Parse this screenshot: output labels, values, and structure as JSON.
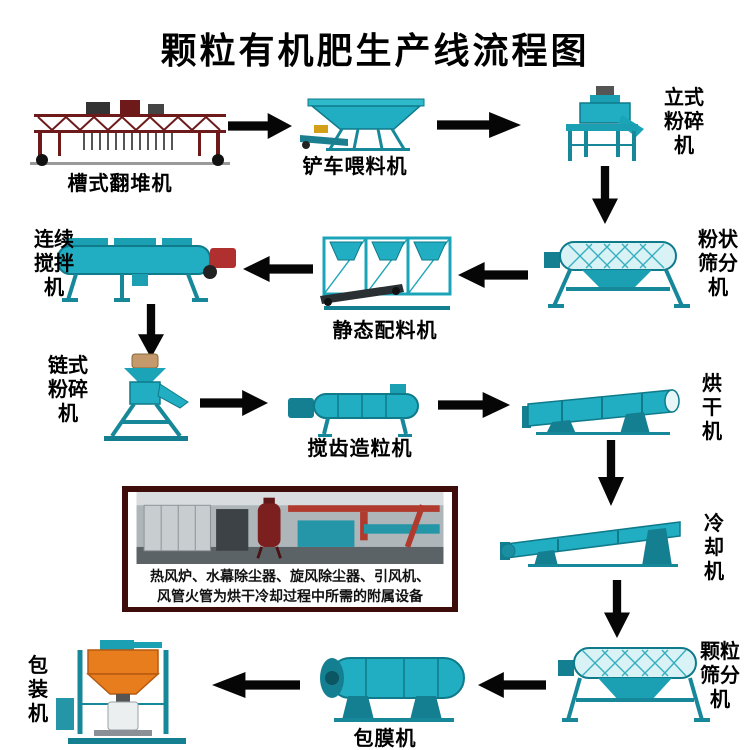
{
  "title": "颗粒有机肥生产线流程图",
  "machines": {
    "trough_turner": {
      "label": "槽式翻堆机"
    },
    "loader_feeder": {
      "label": "铲车喂料机"
    },
    "vertical_crusher": {
      "label": "立式粉碎机"
    },
    "powder_screener": {
      "label": "粉状筛分机"
    },
    "static_batcher": {
      "label": "静态配料机"
    },
    "continuous_mixer": {
      "label": "连续搅拌机"
    },
    "chain_crusher": {
      "label": "链式粉碎机"
    },
    "tooth_granulator": {
      "label": "搅齿造粒机"
    },
    "dryer": {
      "label": "烘干机"
    },
    "cooler": {
      "label": "冷却机"
    },
    "granule_screener": {
      "label": "颗粒筛分机"
    },
    "coating_machine": {
      "label": "包膜机"
    },
    "packing_machine": {
      "label": "包装机"
    }
  },
  "auxiliary_note": {
    "line1": "热风炉、水幕除尘器、旋风除尘器、引风机、",
    "line2": "风管火管为烘干冷却过程中所需的附属设备"
  },
  "colors": {
    "machine_teal": "#22AEC2",
    "machine_teal_dark": "#157f92",
    "arrow_black": "#060606",
    "hopper_orange": "#E87D1E",
    "turner_dark_red": "#6E1A1A",
    "photo_frame_maroon": "#3f0c0c"
  }
}
